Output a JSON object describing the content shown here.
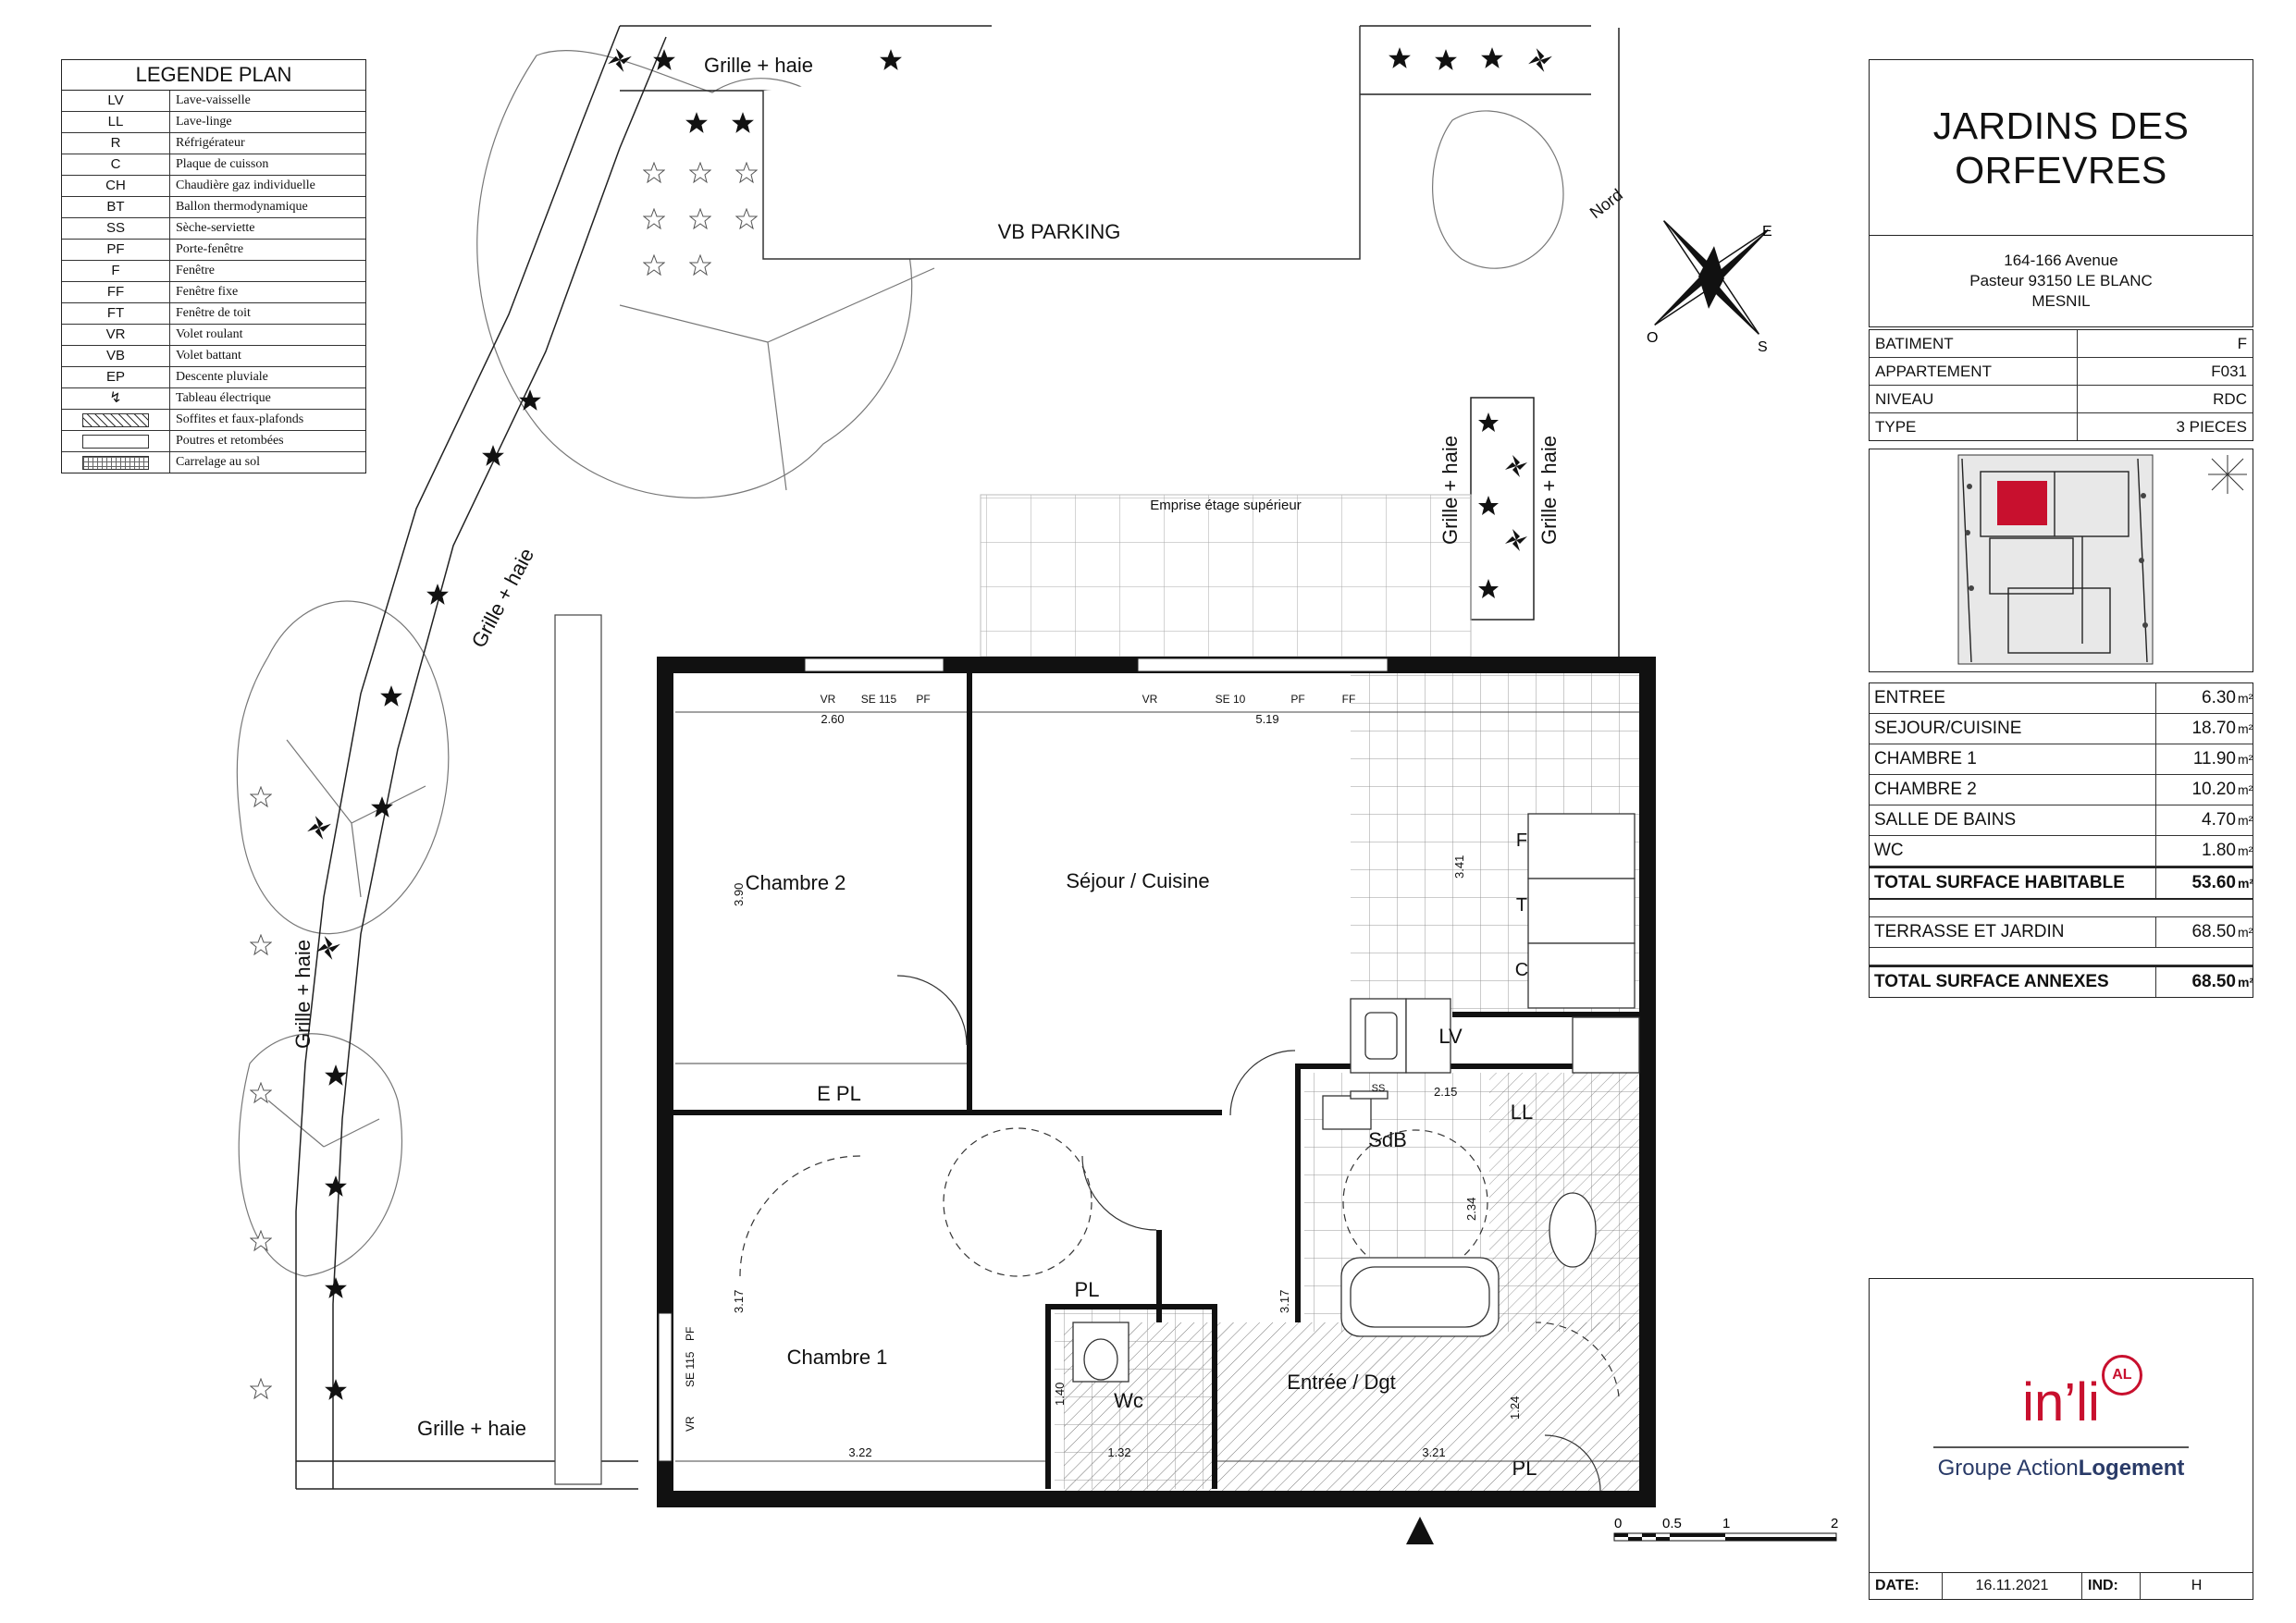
{
  "legend": {
    "title": "LEGENDE PLAN",
    "items": [
      {
        "code": "LV",
        "label": "Lave-vaisselle"
      },
      {
        "code": "LL",
        "label": "Lave-linge"
      },
      {
        "code": "R",
        "label": "Réfrigérateur"
      },
      {
        "code": "C",
        "label": "Plaque de cuisson"
      },
      {
        "code": "CH",
        "label": "Chaudière gaz individuelle"
      },
      {
        "code": "BT",
        "label": "Ballon thermodynamique"
      },
      {
        "code": "SS",
        "label": "Sèche-serviette"
      },
      {
        "code": "PF",
        "label": "Porte-fenêtre"
      },
      {
        "code": "F",
        "label": "Fenêtre"
      },
      {
        "code": "FF",
        "label": "Fenêtre fixe"
      },
      {
        "code": "FT",
        "label": "Fenêtre de toit"
      },
      {
        "code": "VR",
        "label": "Volet roulant"
      },
      {
        "code": "VB",
        "label": "Volet battant"
      },
      {
        "code": "EP",
        "label": "Descente pluviale"
      }
    ],
    "symbols": [
      {
        "symbol": "electric-panel-icon",
        "label": "Tableau électrique"
      },
      {
        "symbol": "hatch-swatch",
        "label": "Soffites et faux-plafonds"
      },
      {
        "symbol": "blank-swatch",
        "label": "Poutres et retombées"
      },
      {
        "symbol": "grid-swatch",
        "label": "Carrelage au sol"
      }
    ]
  },
  "project": {
    "name_line1": "JARDINS DES",
    "name_line2": "ORFEVRES",
    "address_line1": "164-166 Avenue",
    "address_line2": "Pasteur 93150 LE BLANC",
    "address_line3": "MESNIL"
  },
  "info": [
    {
      "key": "BATIMENT",
      "value": "F"
    },
    {
      "key": "APPARTEMENT",
      "value": "F031"
    },
    {
      "key": "NIVEAU",
      "value": "RDC"
    },
    {
      "key": "TYPE",
      "value": "3 PIECES"
    }
  ],
  "surfaces": {
    "unit": "m²",
    "rows": [
      {
        "label": "ENTREE",
        "value": "6.30"
      },
      {
        "label": "SEJOUR/CUISINE",
        "value": "18.70"
      },
      {
        "label": "CHAMBRE 1",
        "value": "11.90"
      },
      {
        "label": "CHAMBRE 2",
        "value": "10.20"
      },
      {
        "label": "SALLE DE BAINS",
        "value": "4.70"
      },
      {
        "label": "WC",
        "value": "1.80"
      }
    ],
    "total_habitable": {
      "label": "TOTAL SURFACE HABITABLE",
      "value": "53.60"
    },
    "annex_rows": [
      {
        "label": "TERRASSE ET JARDIN",
        "value": "68.50"
      }
    ],
    "total_annex": {
      "label": "TOTAL SURFACE ANNEXES",
      "value": "68.50"
    }
  },
  "logo": {
    "brand": "in’li",
    "badge": "AL",
    "group_light": "Groupe Action",
    "group_bold": "Logement"
  },
  "footer": {
    "date_label": "DATE:",
    "date_value": "16.11.2021",
    "ind_label": "IND:",
    "ind_value": "H"
  },
  "plan": {
    "rooms": {
      "chambre2": "Chambre 2",
      "sejour": "Séjour / Cuisine",
      "chambre1": "Chambre 1",
      "sdb": "SdB",
      "entree": "Entrée / Dgt",
      "wc": "Wc",
      "epl": "E PL",
      "pl1": "PL",
      "pl2": "PL"
    },
    "equipment": {
      "f": "F",
      "t": "T",
      "c": "C",
      "lv": "LV",
      "ll": "LL",
      "ss_sdb": "SS"
    },
    "outdoor": {
      "grille_top": "Grille + haie",
      "grille_diag": "Grille + haie",
      "grille_left": "Grille + haie",
      "grille_bottom": "Grille + haie",
      "grille_right1": "Grille + haie",
      "grille_right2": "Grille + haie",
      "vb_parking": "VB PARKING",
      "emprise": "Emprise étage supérieur",
      "nord": "Nord"
    },
    "windows": {
      "w1_vr": "VR",
      "w1_ss": "SE 115",
      "w1_pf": "PF",
      "w2_vr": "VR",
      "w2_se": "SE 10",
      "w2_pf": "PF",
      "w2_ff": "FF",
      "w3_vr": "VR",
      "w3_se": "SE 115",
      "w3_pf": "PF"
    },
    "dimensions": {
      "d260": "2.60",
      "d519": "5.19",
      "d390": "3.90",
      "d341": "3.41",
      "d215": "2.15",
      "d234": "2.34",
      "d317a": "3.17",
      "d317b": "3.17",
      "d322": "3.22",
      "d140": "1.40",
      "d132": "1.32",
      "d321": "3.21",
      "d124": "1.24"
    },
    "compass": {
      "o": "O",
      "e": "E",
      "s": "S"
    },
    "scale": {
      "t0": "0",
      "t05": "0.5",
      "t1": "1",
      "t2": "2"
    }
  }
}
